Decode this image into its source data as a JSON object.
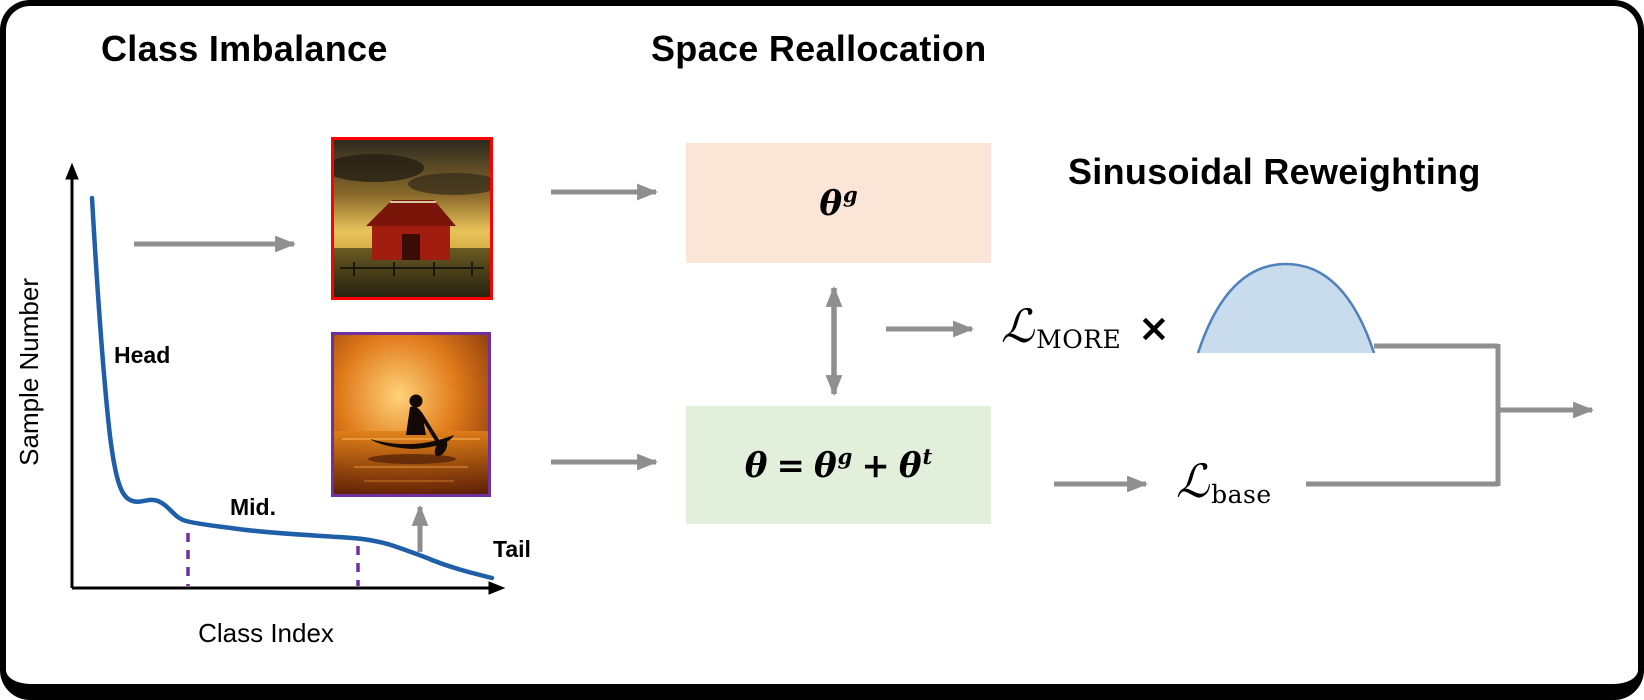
{
  "titles": {
    "class_imbalance": "Class Imbalance",
    "space_reallocation": "Space Reallocation",
    "sinusoidal_reweighting": "Sinusoidal Reweighting"
  },
  "chart": {
    "y_axis_label": "Sample Number",
    "x_axis_label": "Class Index",
    "regions": {
      "head": "Head",
      "mid": "Mid.",
      "tail": "Tail"
    },
    "curve_color": "#1f5fa8",
    "divider_color": "#7030a0"
  },
  "formulas": {
    "theta": "θ",
    "g": "g",
    "t": "t",
    "eq": "=",
    "plus": "+"
  },
  "losses": {
    "more": {
      "symbol": "ℒ",
      "sub": "MORE"
    },
    "times": "×",
    "base": {
      "symbol": "ℒ",
      "sub": "base"
    }
  },
  "colors": {
    "arrow_gray": "#8f8f8f",
    "peach_box_bg": "#fbe5d6",
    "green_box_bg": "#e2efda",
    "red_frame": "#fe0000",
    "purple_frame": "#7030a0",
    "sine_fill": "#c9dcee",
    "sine_stroke": "#4f81bd"
  }
}
